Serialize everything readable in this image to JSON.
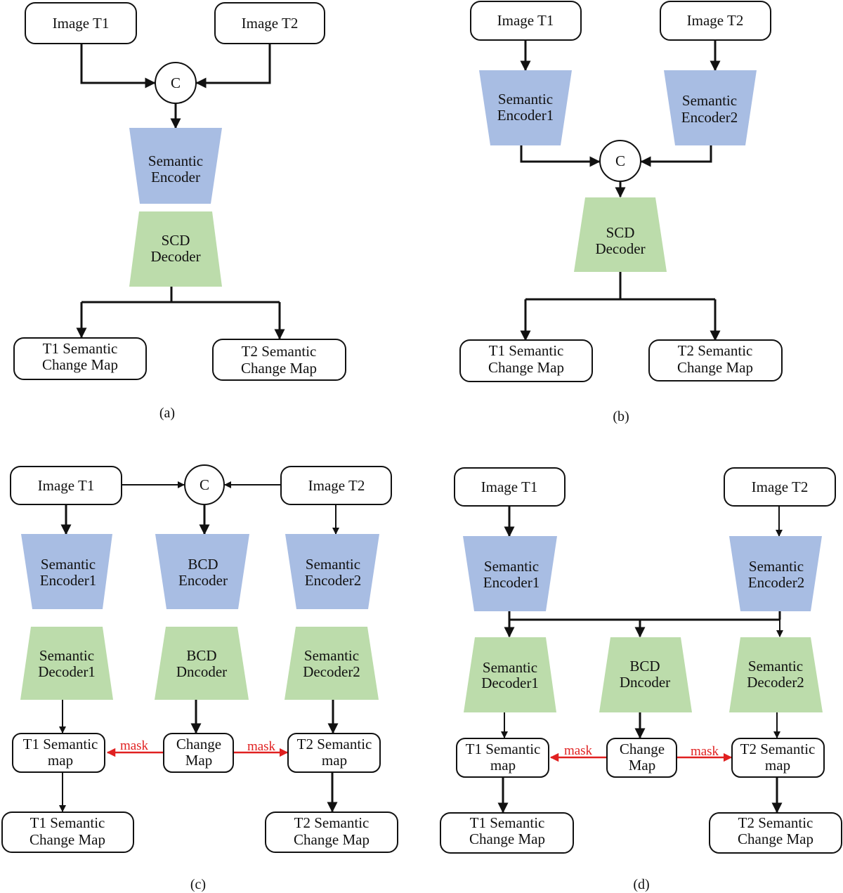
{
  "colors": {
    "encoder": "#a8bde3",
    "decoder": "#bcdcab",
    "mask_arrow": "#e02020"
  },
  "panel_a": {
    "caption": "(a)",
    "image_t1": "Image T1",
    "image_t2": "Image T2",
    "concat": "C",
    "encoder": [
      "Semantic",
      "Encoder"
    ],
    "decoder": [
      "SCD",
      "Decoder"
    ],
    "out_t1": [
      "T1 Semantic",
      "Change Map"
    ],
    "out_t2": [
      "T2 Semantic",
      "Change Map"
    ]
  },
  "panel_b": {
    "caption": "(b)",
    "image_t1": "Image T1",
    "image_t2": "Image T2",
    "encoder1": [
      "Semantic",
      "Encoder1"
    ],
    "encoder2": [
      "Semantic",
      "Encoder2"
    ],
    "concat": "C",
    "decoder": [
      "SCD",
      "Decoder"
    ],
    "out_t1": [
      "T1 Semantic",
      "Change Map"
    ],
    "out_t2": [
      "T2 Semantic",
      "Change Map"
    ]
  },
  "panel_c": {
    "caption": "(c)",
    "image_t1": "Image T1",
    "image_t2": "Image T2",
    "concat": "C",
    "encoder1": [
      "Semantic",
      "Encoder1"
    ],
    "bcd_encoder": [
      "BCD",
      "Encoder"
    ],
    "encoder2": [
      "Semantic",
      "Encoder2"
    ],
    "decoder1": [
      "Semantic",
      "Decoder1"
    ],
    "bcd_decoder": [
      "BCD",
      "Dncoder"
    ],
    "decoder2": [
      "Semantic",
      "Decoder2"
    ],
    "map_t1": [
      "T1 Semantic",
      "map"
    ],
    "change_map": [
      "Change",
      "Map"
    ],
    "map_t2": [
      "T2 Semantic",
      "map"
    ],
    "mask_left": "mask",
    "mask_right": "mask",
    "out_t1": [
      "T1 Semantic",
      "Change Map"
    ],
    "out_t2": [
      "T2 Semantic",
      "Change Map"
    ]
  },
  "panel_d": {
    "caption": "(d)",
    "image_t1": "Image T1",
    "image_t2": "Image T2",
    "encoder1": [
      "Semantic",
      "Encoder1"
    ],
    "encoder2": [
      "Semantic",
      "Encoder2"
    ],
    "decoder1": [
      "Semantic",
      "Decoder1"
    ],
    "bcd_decoder": [
      "BCD",
      "Dncoder"
    ],
    "decoder2": [
      "Semantic",
      "Decoder2"
    ],
    "map_t1": [
      "T1 Semantic",
      "map"
    ],
    "change_map": [
      "Change",
      "Map"
    ],
    "map_t2": [
      "T2 Semantic",
      "map"
    ],
    "mask_left": "mask",
    "mask_right": "mask",
    "out_t1": [
      "T1 Semantic",
      "Change Map"
    ],
    "out_t2": [
      "T2 Semantic",
      "Change Map"
    ]
  }
}
